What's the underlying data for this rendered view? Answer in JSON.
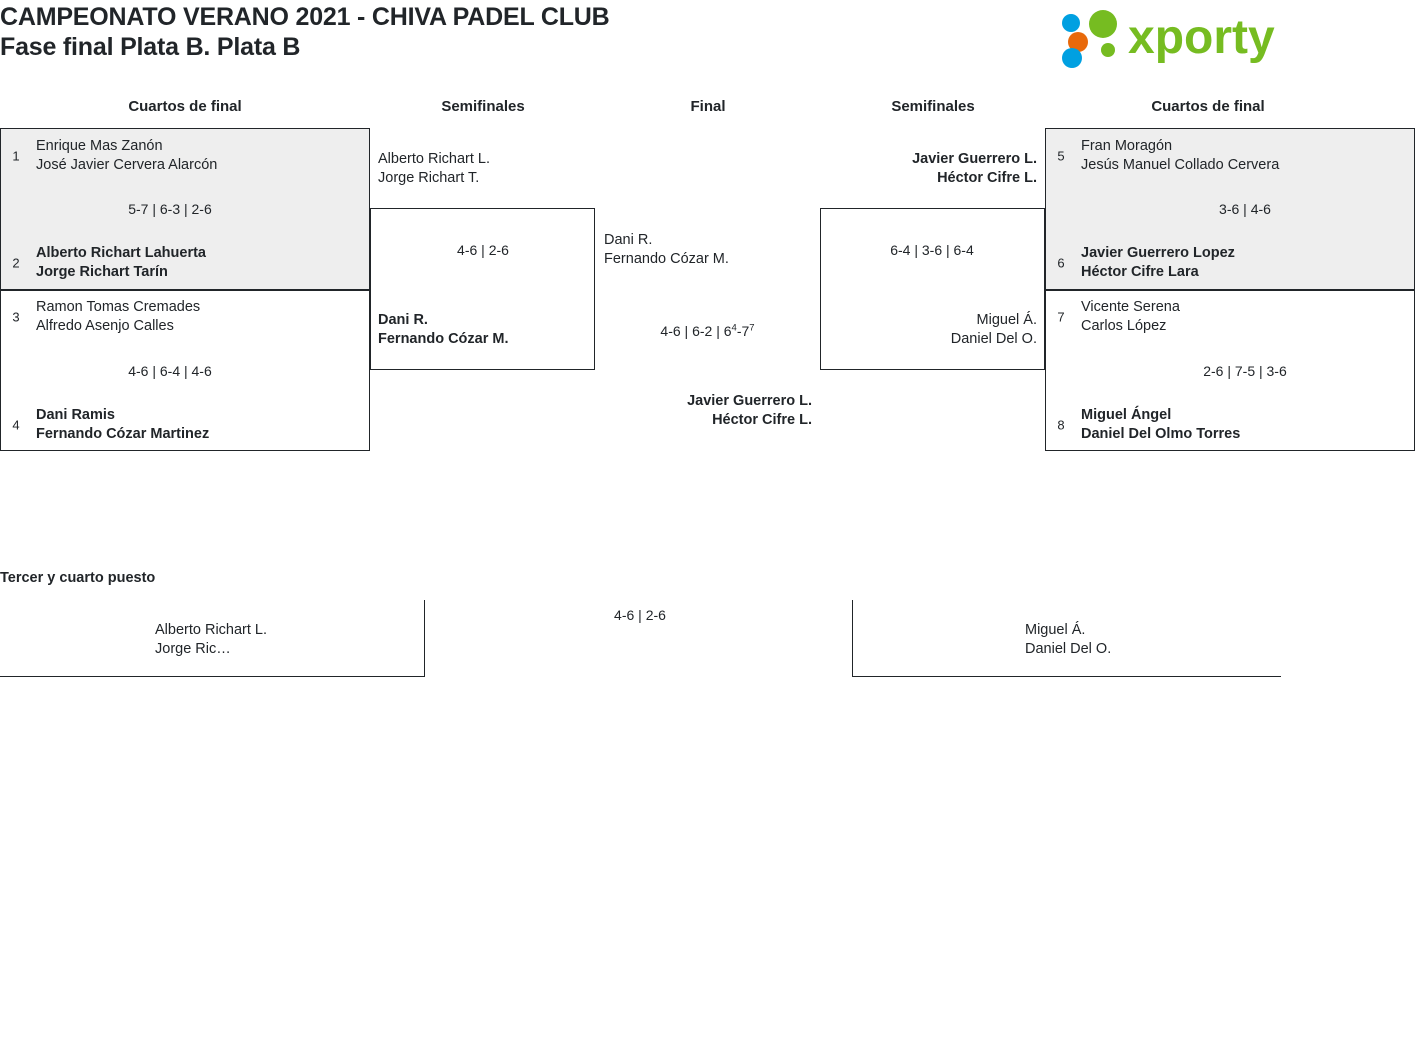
{
  "header": {
    "title_line1": "CAMPEONATO VERANO 2021 - CHIVA PADEL CLUB",
    "title_line2": "Fase final Plata B. Plata B",
    "logo_text": "xporty",
    "logo_colors": {
      "green": "#76bc21",
      "blue": "#00a0e1",
      "orange": "#e8690b"
    }
  },
  "columns": {
    "qf_left": "Cuartos de final",
    "sf_left": "Semifinales",
    "final": "Final",
    "sf_right": "Semifinales",
    "qf_right": "Cuartos de final"
  },
  "bracket": {
    "quarterfinals_left": [
      {
        "seed_top": "1",
        "team_top_p1": "Enrique Mas Zanón",
        "team_top_p2": "José Javier Cervera Alarcón",
        "top_winner": false,
        "score": "5-7 | 6-3 | 2-6",
        "seed_bottom": "2",
        "team_bottom_p1": "Alberto Richart Lahuerta",
        "team_bottom_p2": "Jorge Richart Tarín",
        "bottom_winner": true
      },
      {
        "seed_top": "3",
        "team_top_p1": "Ramon Tomas Cremades",
        "team_top_p2": "Alfredo Asenjo Calles",
        "top_winner": false,
        "score": "4-6 | 6-4 | 4-6",
        "seed_bottom": "4",
        "team_bottom_p1": "Dani Ramis",
        "team_bottom_p2": "Fernando Cózar Martinez",
        "bottom_winner": true
      }
    ],
    "semifinal_left": {
      "team_top_p1": "Alberto Richart L.",
      "team_top_p2": "Jorge Richart T.",
      "top_winner": false,
      "score": "4-6 | 2-6",
      "team_bottom_p1": "Dani R.",
      "team_bottom_p2": "Fernando Cózar M.",
      "bottom_winner": true
    },
    "final": {
      "team_top_p1": "Dani R.",
      "team_top_p2": "Fernando Cózar M.",
      "top_winner": false,
      "score_plain": "4-6 | 6-2 | 6",
      "score_sup1": "4",
      "score_mid": "-7",
      "score_sup2": "7",
      "score_full": "4-6 | 6-2 | 6⁴-7⁷",
      "team_bottom_p1": "Javier Guerrero L.",
      "team_bottom_p2": "Héctor Cifre L.",
      "bottom_winner": true
    },
    "semifinal_right": {
      "team_top_p1": "Javier Guerrero L.",
      "team_top_p2": "Héctor Cifre L.",
      "top_winner": true,
      "score": "6-4 | 3-6 | 6-4",
      "team_bottom_p1": "Miguel Á.",
      "team_bottom_p2": "Daniel Del O.",
      "bottom_winner": false
    },
    "quarterfinals_right": [
      {
        "seed_top": "5",
        "team_top_p1": "Fran Moragón",
        "team_top_p2": "Jesús Manuel Collado Cervera",
        "top_winner": false,
        "score": "3-6 | 4-6",
        "seed_bottom": "6",
        "team_bottom_p1": "Javier Guerrero Lopez",
        "team_bottom_p2": "Héctor Cifre Lara",
        "bottom_winner": true
      },
      {
        "seed_top": "7",
        "team_top_p1": "Vicente Serena",
        "team_top_p2": "Carlos López",
        "top_winner": false,
        "score": "2-6 | 7-5 | 3-6",
        "seed_bottom": "8",
        "team_bottom_p1": "Miguel Ángel",
        "team_bottom_p2": "Daniel Del Olmo Torres",
        "bottom_winner": true
      }
    ]
  },
  "third_place": {
    "title": "Tercer y cuarto puesto",
    "team_left_p1": "Alberto Richart L.",
    "team_left_p2": "Jorge Ric…",
    "score": "4-6 | 2-6",
    "team_right_p1": "Miguel Á.",
    "team_right_p2": "Daniel Del O."
  }
}
